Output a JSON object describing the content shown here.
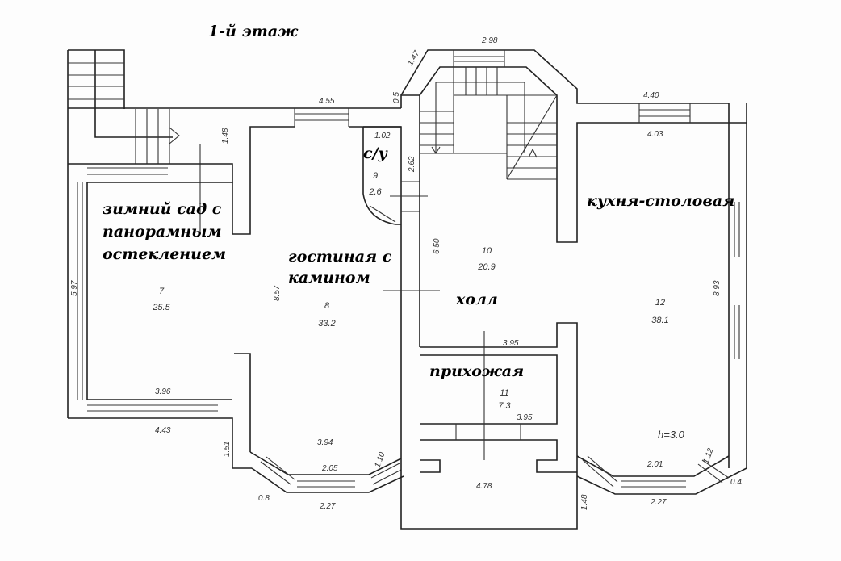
{
  "title": "1-й этаж",
  "rooms": [
    {
      "lines": [
        "зимний сад с",
        "панорамным",
        "остеклением"
      ],
      "number": "7",
      "area": "25.5"
    },
    {
      "lines": [
        "гостиная с",
        "камином"
      ],
      "number": "8",
      "area": "33.2"
    },
    {
      "lines": [
        "с/у"
      ],
      "number": "9",
      "area": "2.6"
    },
    {
      "lines": [
        "холл"
      ],
      "number": "10",
      "area": "20.9"
    },
    {
      "lines": [
        "прихожая"
      ],
      "number": "11",
      "area": "7.3"
    },
    {
      "lines": [
        "кухня-столовая"
      ],
      "number": "12",
      "area": "38.1"
    }
  ],
  "dimensions": [
    "4.55",
    "1.48",
    "1.02",
    "2.62",
    "0.5",
    "1.47",
    "2.98",
    "4.40",
    "4.03",
    "6.50",
    "8.93",
    "5.97",
    "8.57",
    "3.96",
    "4.43",
    "1.51",
    "3.94",
    "2.05",
    "1.10",
    "0.8",
    "2.27",
    "3.95",
    "3.95",
    "4.78",
    "1.48",
    "2.01",
    "1.12",
    "0.4",
    "2.27"
  ],
  "ceiling_height": "h=3.0"
}
